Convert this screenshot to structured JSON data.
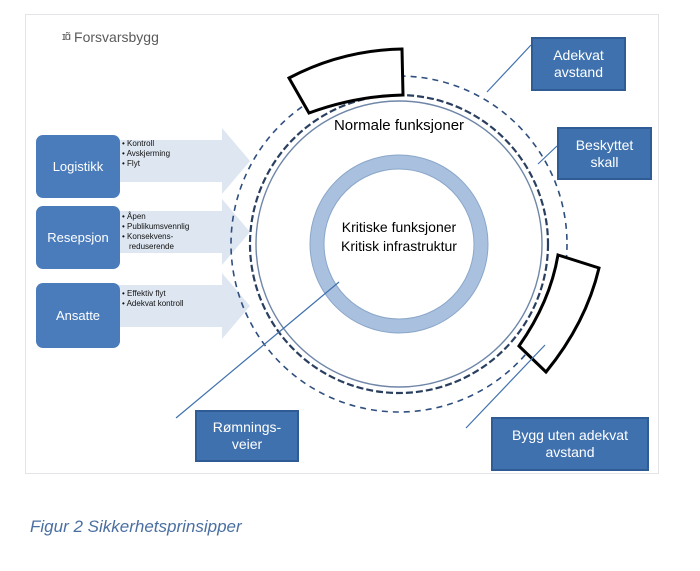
{
  "logo": {
    "mark": "ɪɑ̃",
    "name": "Forsvarsbygg"
  },
  "outer_ring_label": "Normale funksjoner",
  "inner_circle": {
    "line1": "Kritiske funksjoner",
    "line2": "Kritisk infrastruktur"
  },
  "inputs": [
    {
      "label": "Logistikk",
      "bullets": [
        "Kontroll",
        "Avskjerming",
        "Flyt"
      ]
    },
    {
      "label": "Resepsjon",
      "bullets": [
        "Åpen",
        "Publikumsvennlig",
        "Konsekvens-",
        "reduserende"
      ]
    },
    {
      "label": "Ansatte",
      "bullets": [
        "Effektiv flyt",
        "Adekvat kontroll"
      ]
    }
  ],
  "callouts": {
    "adekvat_avstand": "Adekvat\navstand",
    "beskyttet_skall": "Beskyttet\nskall",
    "romningsveier": "Rømnings-\nveier",
    "bygg_uten": "Bygg uten adekvat\navstand"
  },
  "caption": "Figur 2 Sikkerhetsprinsipper",
  "colors": {
    "box_fill": "#3f71ae",
    "ring_fill": "#a9c1de",
    "arrow_fill": "#dde6f1",
    "caption": "#4a6fa0"
  }
}
